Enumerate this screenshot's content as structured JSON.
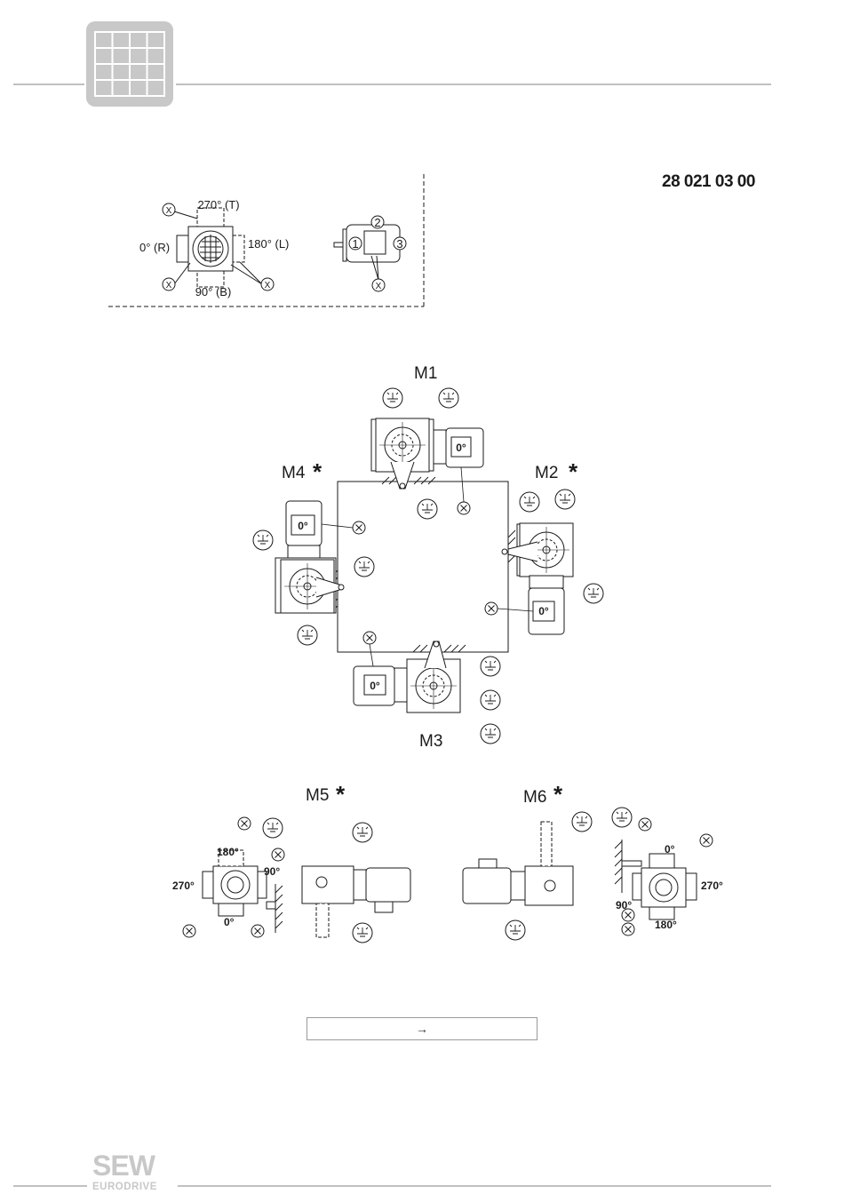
{
  "header": {
    "doc_code": "28 021 03 00",
    "icon": "grid-tab-icon"
  },
  "legend": {
    "terminal_box_positions": {
      "top": "270° (T)",
      "left": "0° (R)",
      "right": "180° (L)",
      "bottom": "90° (B)"
    },
    "cable_entry_positions": [
      "1",
      "2",
      "3"
    ],
    "marker": "X"
  },
  "mounting_positions": {
    "m1": "M1",
    "m2": "M2",
    "m3": "M3",
    "m4": "M4",
    "m5": "M5",
    "m6": "M6",
    "asterisk": "*",
    "motor_angle": "0°"
  },
  "m5_angles": {
    "top": "180°",
    "right": "90°",
    "left": "270°",
    "bottom": "0°"
  },
  "m6_angles": {
    "top": "0°",
    "right": "270°",
    "left": "90°",
    "bottom": "180°"
  },
  "note_box": {
    "text": "→"
  },
  "footer": {
    "logo_top": "SEW",
    "logo_bottom": "EURODRIVE"
  },
  "colors": {
    "line": "#1a1a1a",
    "rule": "#9a9a9a",
    "tab": "#c8c8c8",
    "tab_grid": "#ffffff"
  }
}
